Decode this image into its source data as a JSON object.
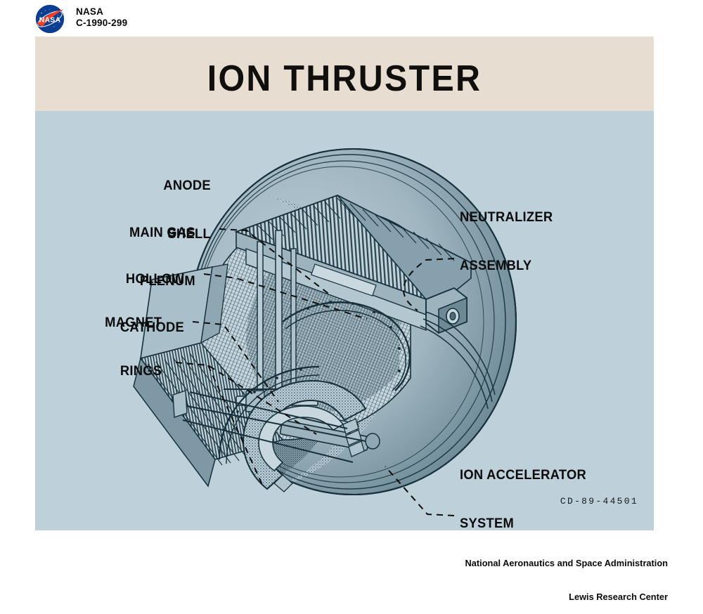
{
  "header": {
    "agency": "NASA",
    "photo_number": "C-1990-299",
    "logo_text": "NASA"
  },
  "poster": {
    "title": "ION THRUSTER",
    "photo_id": "CD-89-44501",
    "background_color": "#bed0da",
    "title_band_color": "#e7ded1"
  },
  "callouts": [
    {
      "id": "anode-shell",
      "line1": "ANODE",
      "line2": "SHELL",
      "align": "right"
    },
    {
      "id": "main-gas",
      "line1": "MAIN GAS",
      "line2": "PLENUM",
      "align": "right"
    },
    {
      "id": "hollow-cath",
      "line1": "HOLLOW",
      "line2": "CATHODE",
      "align": "right"
    },
    {
      "id": "magnet-rings",
      "line1": "MAGNET",
      "line2": "RINGS",
      "align": "right"
    },
    {
      "id": "neutralizer",
      "line1": "NEUTRALIZER",
      "line2": "ASSEMBLY",
      "align": "left"
    },
    {
      "id": "ion-accel",
      "line1": "ION ACCELERATOR",
      "line2": "SYSTEM",
      "align": "left"
    }
  ],
  "footer": {
    "line1": "National Aeronautics and Space Administration",
    "line2": "Lewis Research Center"
  }
}
